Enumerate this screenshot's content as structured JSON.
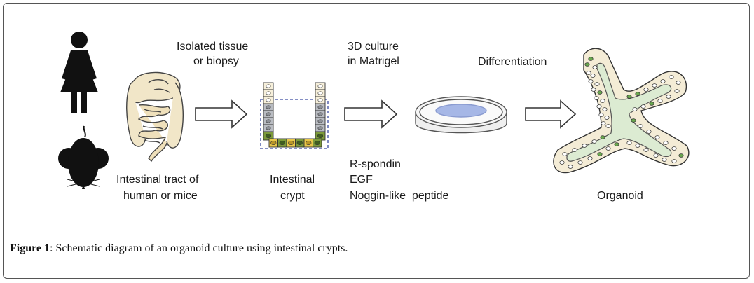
{
  "labels": {
    "source_line1": "Intestinal tract of",
    "source_line2": "human or mice",
    "step1_line1": "Isolated tissue",
    "step1_line2": "or biopsy",
    "crypt_line1": "Intestinal",
    "crypt_line2": "crypt",
    "step2_line1": "3D culture",
    "step2_line2": "in Matrigel",
    "factor1": "R-spondin",
    "factor2": "EGF",
    "factor3": "Noggin-like  peptide",
    "step3": "Differentiation",
    "organoid": "Organoid"
  },
  "caption": {
    "figure_label": "Figure 1",
    "text": ": Schematic diagram of an organoid culture using intestinal crypts."
  },
  "colors": {
    "silhouette": "#111111",
    "intestine_fill": "#f1e6c8",
    "crypt_stem": "#7c9a3a",
    "crypt_paneth": "#e8c74a",
    "cell_fill": "#f6efda",
    "progenitor_fill": "#b9bcc2",
    "dish_medium": "#a6b7e6",
    "lumen": "#dcebd2",
    "organoid_green": "#6aa84f"
  },
  "icons": [
    "woman-icon",
    "mouse-icon",
    "intestine-icon",
    "crypt-icon",
    "petri-dish-icon",
    "organoid-icon",
    "arrow-icon"
  ]
}
